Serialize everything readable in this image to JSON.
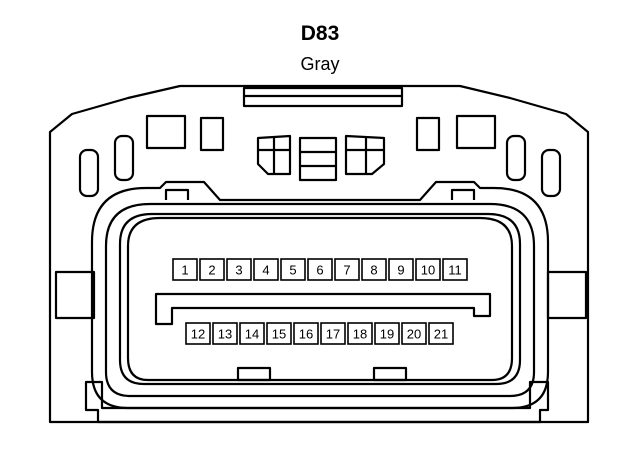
{
  "connector": {
    "id": "D83",
    "color": "Gray"
  },
  "pins": {
    "top_row": [
      "1",
      "2",
      "3",
      "4",
      "5",
      "6",
      "7",
      "8",
      "9",
      "10",
      "11"
    ],
    "bottom_row": [
      "12",
      "13",
      "14",
      "15",
      "16",
      "17",
      "18",
      "19",
      "20",
      "21"
    ]
  }
}
